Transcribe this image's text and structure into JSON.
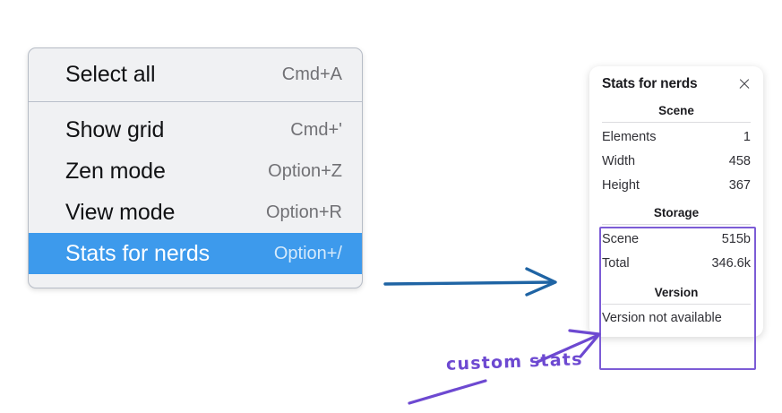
{
  "menu": {
    "groups": [
      {
        "name": "selection-group",
        "items": [
          {
            "label": "Select all",
            "shortcut": "Cmd+A",
            "selected": false
          }
        ]
      },
      {
        "name": "view-group",
        "items": [
          {
            "label": "Show grid",
            "shortcut": "Cmd+'",
            "selected": false
          },
          {
            "label": "Zen mode",
            "shortcut": "Option+Z",
            "selected": false
          },
          {
            "label": "View mode",
            "shortcut": "Option+R",
            "selected": false
          },
          {
            "label": "Stats for nerds",
            "shortcut": "Option+/",
            "selected": true
          }
        ]
      }
    ]
  },
  "stats_panel": {
    "title": "Stats for nerds",
    "close_icon": "close-icon",
    "sections": [
      {
        "heading": "Scene",
        "rows": [
          {
            "key": "Elements",
            "value": "1"
          },
          {
            "key": "Width",
            "value": "458"
          },
          {
            "key": "Height",
            "value": "367"
          }
        ]
      },
      {
        "heading": "Storage",
        "rows": [
          {
            "key": "Scene",
            "value": "515b"
          },
          {
            "key": "Total",
            "value": "346.6k"
          }
        ]
      },
      {
        "heading": "Version",
        "single": "Version not available"
      }
    ]
  },
  "annotations": {
    "custom_stats_label": "custom stats",
    "highlight_color": "#7c5cd6",
    "arrow_color": "#6d49d1",
    "blue_arrow_color": "#1f64a4"
  },
  "colors": {
    "menu_background": "#f0f1f3",
    "menu_border": "#b6bcc6",
    "menu_selected": "#3d9aec",
    "menu_label": "#111214",
    "menu_shortcut": "#717175",
    "panel_background": "#ffffff",
    "panel_text": "#303036",
    "panel_heading": "#1b1b1f"
  }
}
